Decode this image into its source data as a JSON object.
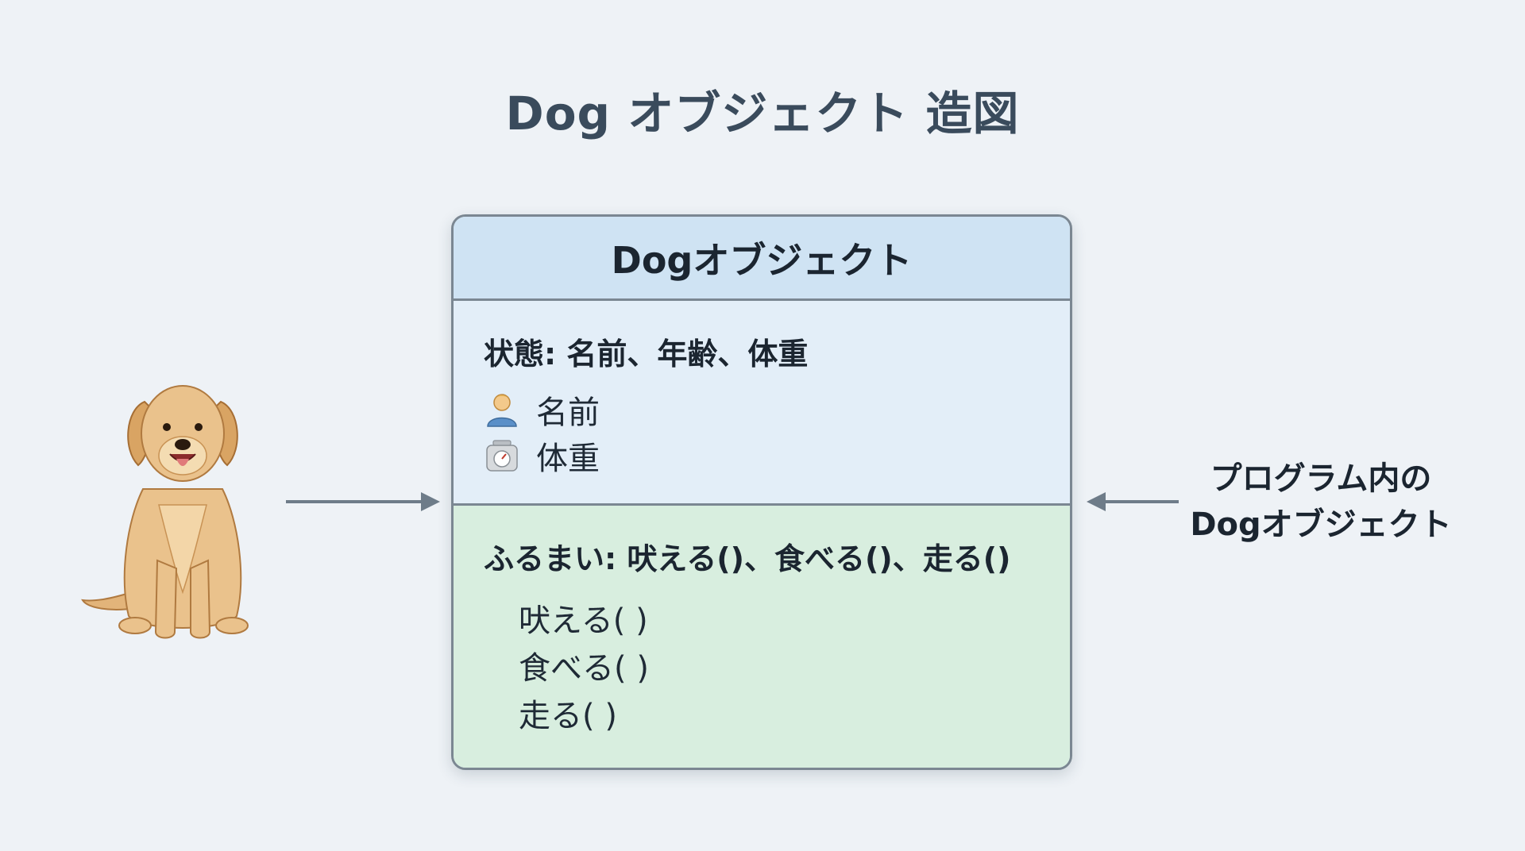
{
  "title": "Dog オブジェクト 造図",
  "object_card": {
    "header": "Dogオブジェクト",
    "state": {
      "heading": "状態: 名前、年齢、体重",
      "items": [
        {
          "icon": "person-icon",
          "label": "名前"
        },
        {
          "icon": "scale-icon",
          "label": "体重"
        }
      ]
    },
    "behavior": {
      "heading": "ふるまい: 吠える()、食べる()、走る()",
      "methods": [
        "吠える( )",
        "食べる( )",
        "走る( )"
      ]
    }
  },
  "right_caption": {
    "line1": "プログラム内の",
    "line2": "Dogオブジェクト"
  },
  "colors": {
    "header_bg": "#cfe3f3",
    "state_bg": "#e3eef8",
    "behavior_bg": "#d8eedf",
    "border": "#7b8792",
    "arrow": "#6e7c89"
  }
}
